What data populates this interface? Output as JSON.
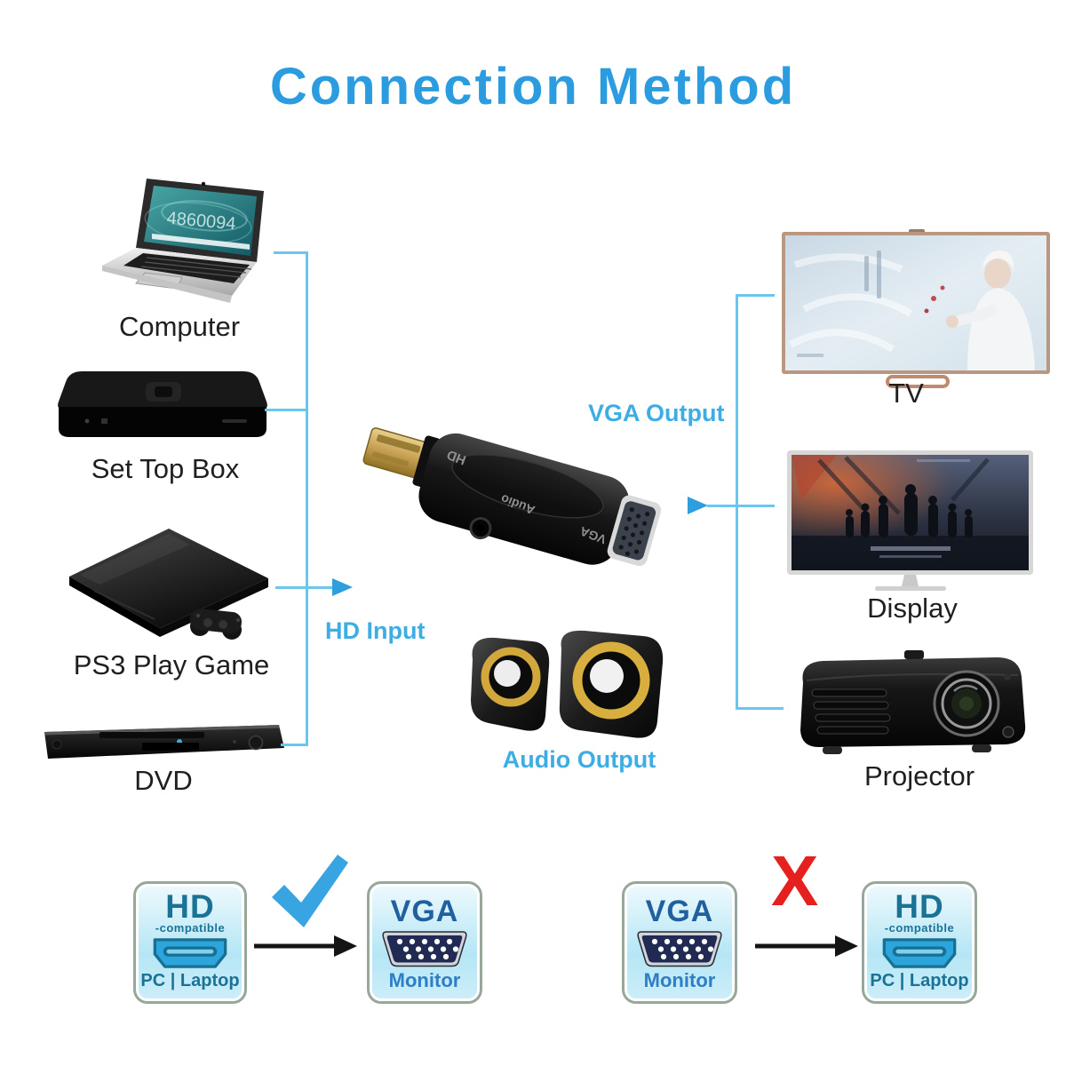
{
  "title": "Connection Method",
  "sources": [
    {
      "name": "Computer",
      "screen_text": "4860094"
    },
    {
      "name": "Set Top Box"
    },
    {
      "name": "PS3 Play Game"
    },
    {
      "name": "DVD"
    }
  ],
  "sinks": [
    {
      "name": "TV"
    },
    {
      "name": "Display"
    },
    {
      "name": "Projector"
    }
  ],
  "adapter": {
    "marking_hd": "HD",
    "marking_audio": "Audio",
    "marking_vga": "VGA"
  },
  "flow": {
    "hd_input": "HD Input",
    "vga_output": "VGA Output",
    "audio_output": "Audio Output"
  },
  "compat": {
    "left": {
      "from_title": "HD",
      "from_subtitle": "-compatible",
      "from_caption": "PC | Laptop",
      "verdict": "supported",
      "to_title": "VGA",
      "to_caption": "Monitor"
    },
    "right": {
      "from_title": "VGA",
      "from_caption": "Monitor",
      "verdict": "not-supported",
      "to_title": "HD",
      "to_subtitle": "-compatible",
      "to_caption": "PC | Laptop"
    },
    "x_glyph": "X"
  },
  "colors": {
    "title_blue": "#2b9ce0",
    "flow_label_blue": "#3dade3",
    "connector_line_blue": "#6ac6ec",
    "arrowhead_blue": "#2f9edd",
    "check_blue": "#38a4e2",
    "x_red": "#e5201f",
    "badge_text_teal": "#1a7396",
    "badge_text_navy": "#21609f"
  }
}
